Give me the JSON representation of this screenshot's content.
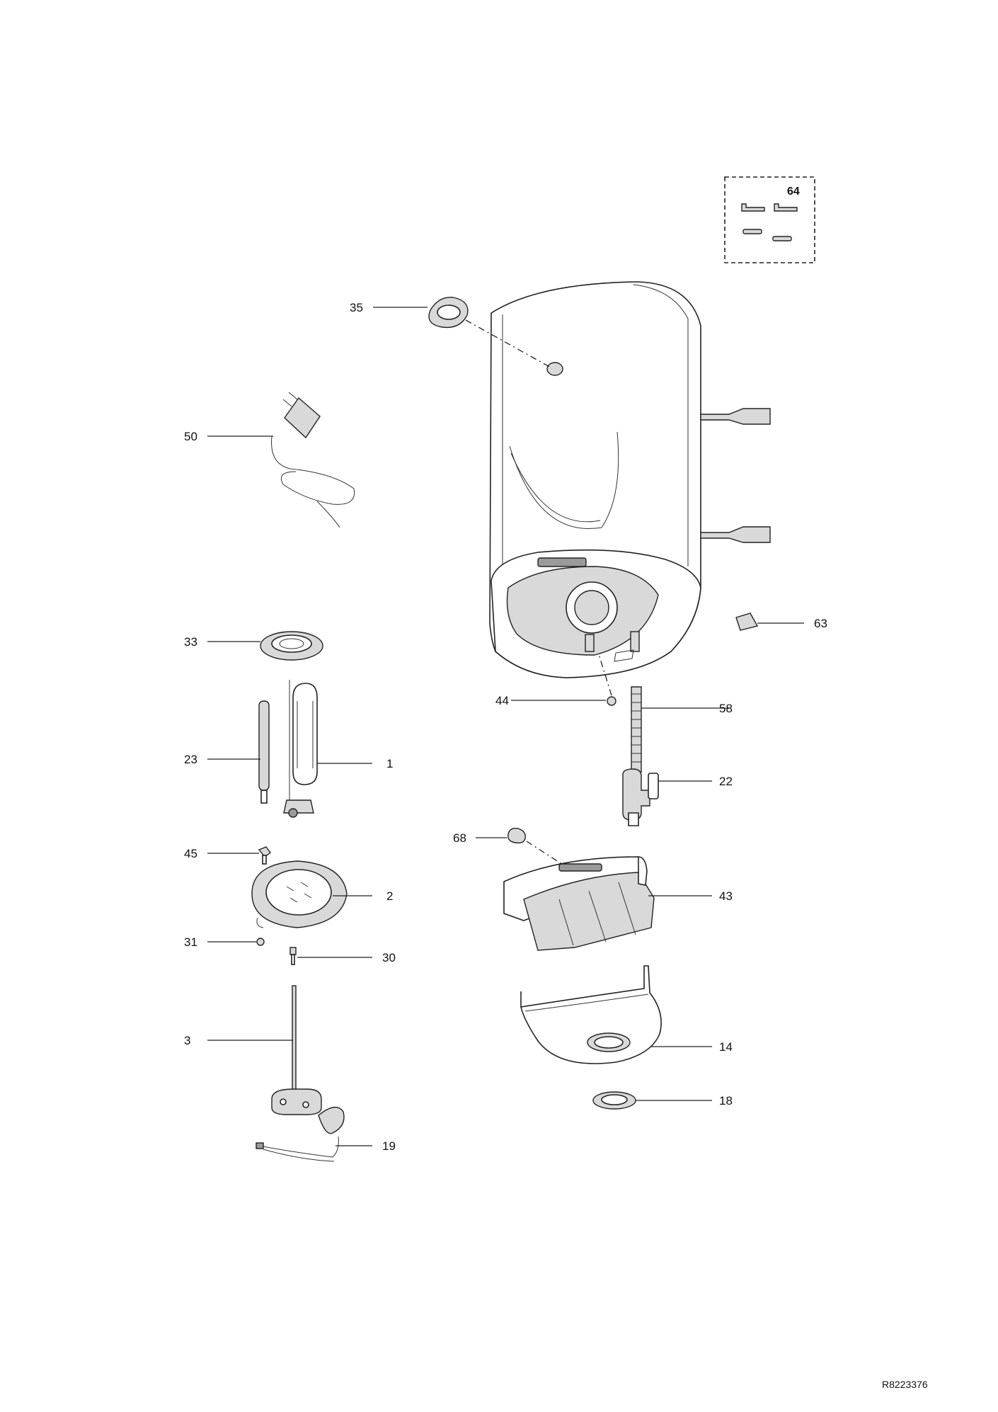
{
  "diagram": {
    "parts": {
      "p35": "35",
      "p50": "50",
      "p33": "33",
      "p23": "23",
      "p1": "1",
      "p45": "45",
      "p2": "2",
      "p31": "31",
      "p30": "30",
      "p3": "3",
      "p19": "19",
      "p44": "44",
      "p58": "58",
      "p22": "22",
      "p68": "68",
      "p43": "43",
      "p14": "14",
      "p18": "18",
      "p63": "63",
      "p64": "64"
    },
    "document_code": "R8223376"
  }
}
